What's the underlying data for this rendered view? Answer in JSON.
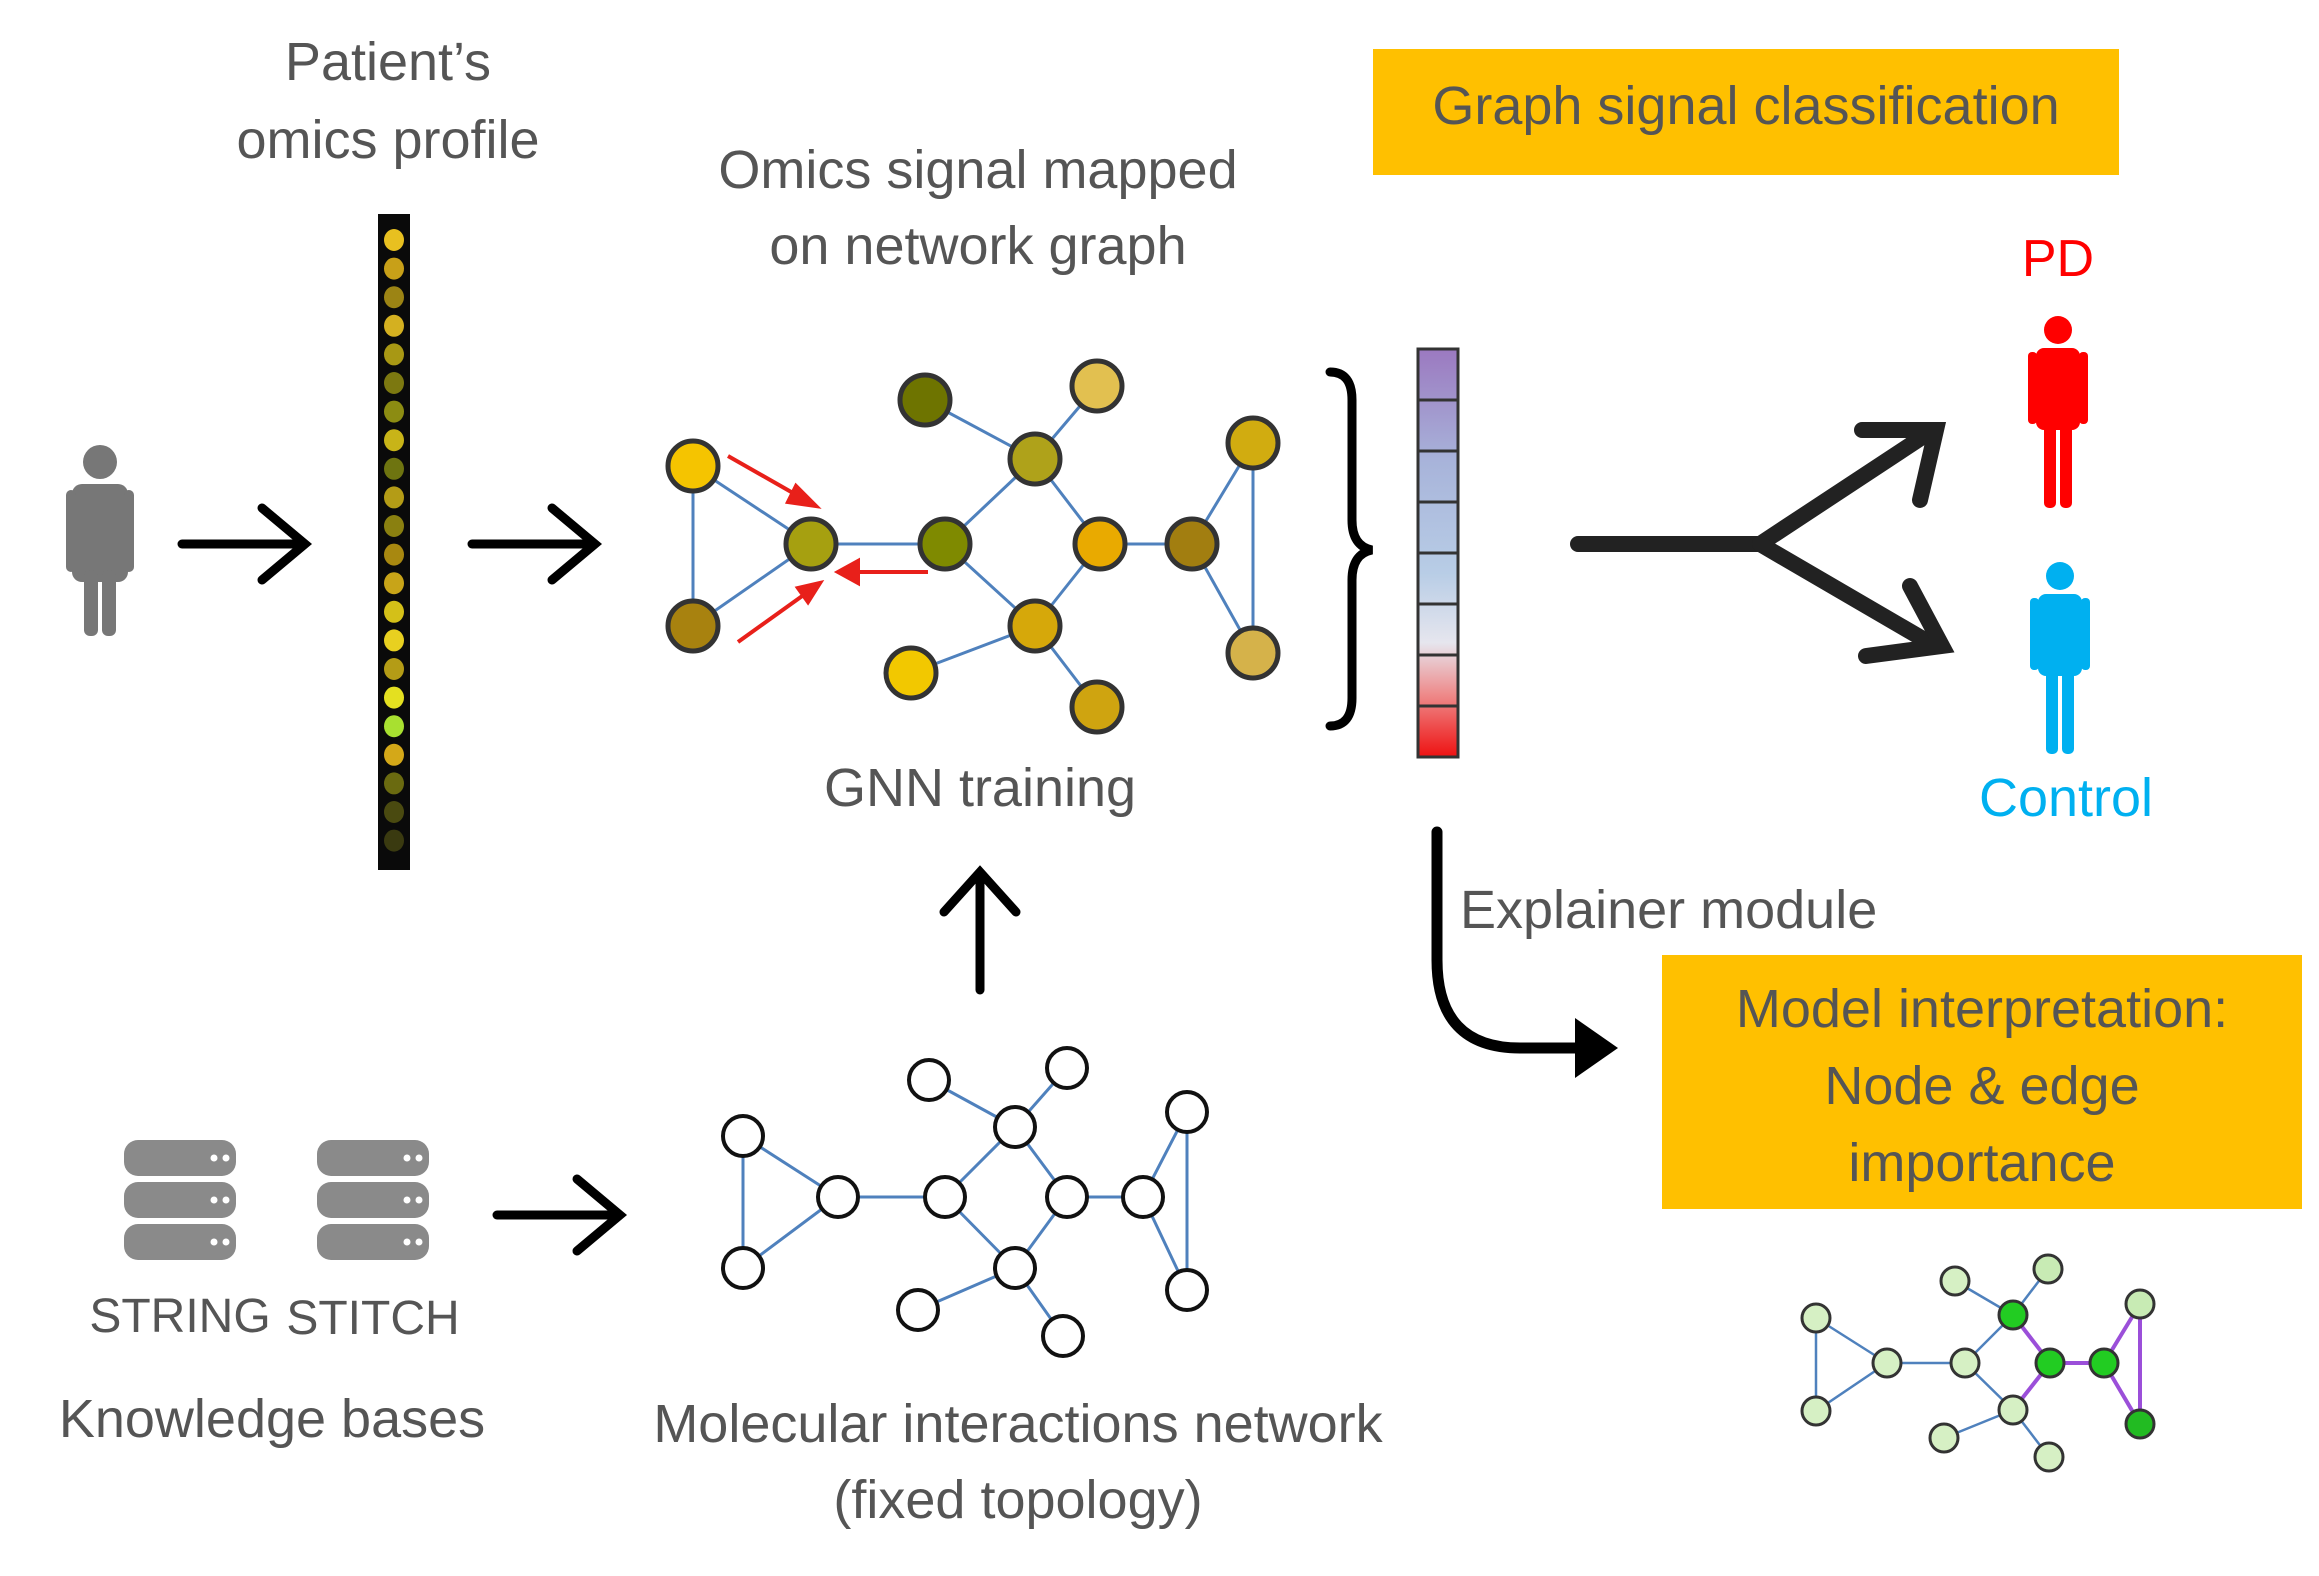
{
  "labels": {
    "omics_profile_1": "Patient’s",
    "omics_profile_2": "omics profile",
    "mapped_1": "Omics signal mapped",
    "mapped_2": "on network graph",
    "gnn_training": "GNN training",
    "graph_signal_classification": "Graph signal classification",
    "pd": "PD",
    "control": "Control",
    "explainer_module": "Explainer module",
    "interpretation_1": "Model interpretation:",
    "interpretation_2": "Node & edge",
    "interpretation_3": "importance",
    "string": "STRING",
    "stitch": "STITCH",
    "knowledge_bases": "Knowledge bases",
    "network_1": "Molecular interactions network",
    "network_2": "(fixed topology)"
  },
  "colors": {
    "text": "#555555",
    "highlight_box": "#FFC000",
    "pd": "#FF0000",
    "control": "#00B0F0",
    "edge": "#4F81BD",
    "purple_edge": "#9B4FD9",
    "person": "#777777",
    "database": "#8A8A8A"
  }
}
